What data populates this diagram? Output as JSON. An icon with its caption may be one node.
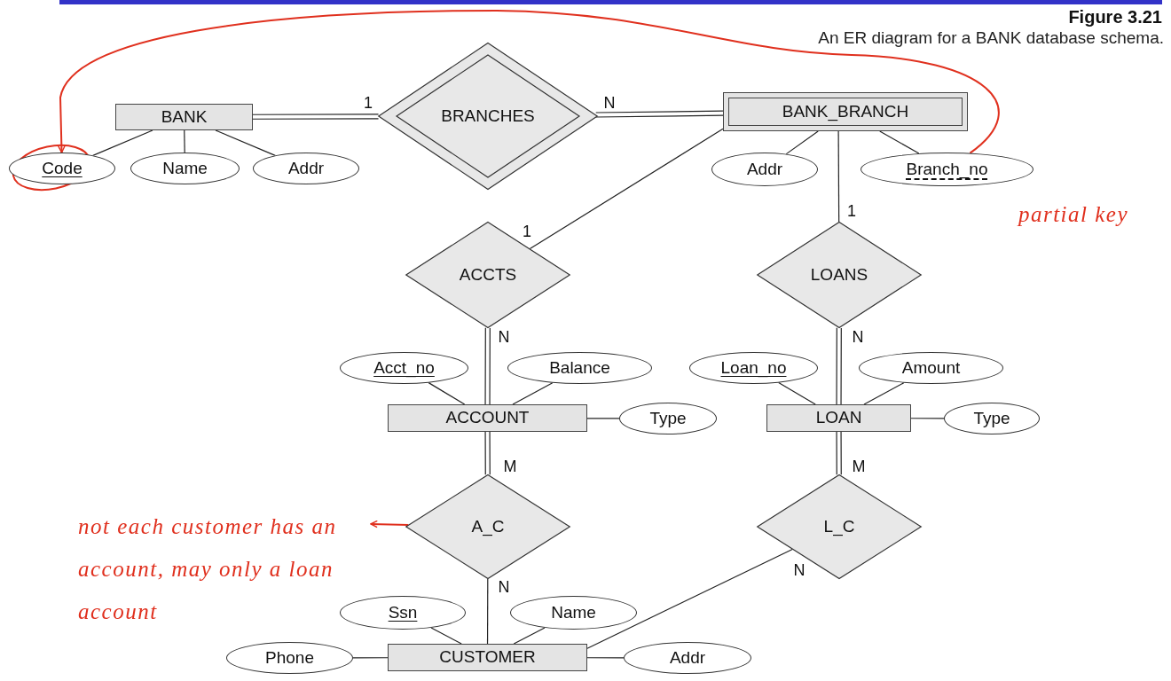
{
  "diagram": {
    "title": "Figure 3.21",
    "caption": "An ER diagram for a BANK database schema.",
    "nodes": [
      {
        "text": [
          "BANK"
        ]
      },
      {
        "text": [
          "BRANCHES"
        ]
      },
      {
        "text": [
          "BANK_BRANCH"
        ]
      },
      {
        "text": [
          "Code"
        ]
      },
      {
        "text": [
          "Name"
        ]
      },
      {
        "text": [
          "Addr"
        ]
      },
      {
        "text": [
          "Addr"
        ]
      },
      {
        "text": [
          "Branch_no"
        ]
      },
      {
        "text": [
          "ACCTS"
        ]
      },
      {
        "text": [
          "LOANS"
        ]
      },
      {
        "text": [
          "Acct_no"
        ]
      },
      {
        "text": [
          "Balance"
        ]
      },
      {
        "text": [
          "ACCOUNT"
        ]
      },
      {
        "text": [
          "Type"
        ]
      },
      {
        "text": [
          "Loan_no"
        ]
      },
      {
        "text": [
          "Amount"
        ]
      },
      {
        "text": [
          "LOAN"
        ]
      },
      {
        "text": [
          "Type"
        ]
      },
      {
        "text": [
          "A_C"
        ]
      },
      {
        "text": [
          "L_C"
        ]
      },
      {
        "text": [
          "Ssn"
        ]
      },
      {
        "text": [
          "Name"
        ]
      },
      {
        "text": [
          "Phone"
        ]
      },
      {
        "text": [
          "CUSTOMER"
        ]
      },
      {
        "text": [
          "Addr"
        ]
      },
      {
        "text": [
          "partial key"
        ]
      },
      {
        "text": [
          "not each customer has an account, may only a loan account"
        ]
      }
    ],
    "edges": [
      {
        "from": 0,
        "to": 1,
        "arrow": "none",
        "label": "1"
      },
      {
        "from": 1,
        "to": 2,
        "arrow": "none",
        "label": "N"
      },
      {
        "from": 0,
        "to": 3,
        "arrow": "none"
      },
      {
        "from": 0,
        "to": 4,
        "arrow": "none"
      },
      {
        "from": 0,
        "to": 5,
        "arrow": "none"
      },
      {
        "from": 2,
        "to": 6,
        "arrow": "none"
      },
      {
        "from": 2,
        "to": 7,
        "arrow": "none"
      },
      {
        "from": 2,
        "to": 8,
        "arrow": "none",
        "label": "1"
      },
      {
        "from": 2,
        "to": 9,
        "arrow": "none",
        "label": "1"
      },
      {
        "from": 8,
        "to": 12,
        "arrow": "none",
        "label": "N"
      },
      {
        "from": 9,
        "to": 16,
        "arrow": "none",
        "label": "N"
      },
      {
        "from": 10,
        "to": 12,
        "arrow": "none"
      },
      {
        "from": 11,
        "to": 12,
        "arrow": "none"
      },
      {
        "from": 12,
        "to": 13,
        "arrow": "none"
      },
      {
        "from": 14,
        "to": 16,
        "arrow": "none"
      },
      {
        "from": 15,
        "to": 16,
        "arrow": "none"
      },
      {
        "from": 16,
        "to": 17,
        "arrow": "none"
      },
      {
        "from": 12,
        "to": 18,
        "arrow": "none",
        "label": "M"
      },
      {
        "from": 16,
        "to": 19,
        "arrow": "none",
        "label": "M"
      },
      {
        "from": 18,
        "to": 23,
        "arrow": "none",
        "label": "N"
      },
      {
        "from": 19,
        "to": 23,
        "arrow": "none",
        "label": "N"
      },
      {
        "from": 20,
        "to": 23,
        "arrow": "none"
      },
      {
        "from": 21,
        "to": 23,
        "arrow": "none"
      },
      {
        "from": 22,
        "to": 23,
        "arrow": "none"
      },
      {
        "from": 23,
        "to": 24,
        "arrow": "none"
      },
      {
        "from": 7,
        "to": 3,
        "arrow": "to",
        "color": "#e0301e"
      },
      {
        "from": 18,
        "to": 26,
        "arrow": "to",
        "color": "#e0301e"
      }
    ]
  }
}
